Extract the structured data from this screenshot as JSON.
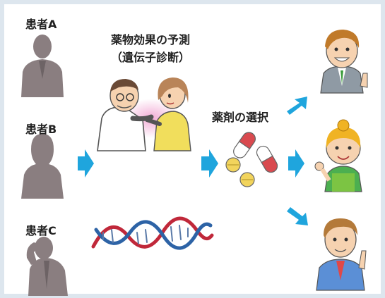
{
  "patients": [
    {
      "label": "患者A"
    },
    {
      "label": "患者B"
    },
    {
      "label": "患者C"
    }
  ],
  "prediction": {
    "line1": "薬物効果の予測",
    "line2": "（遺伝子診断）"
  },
  "drug_selection": {
    "label": "薬剤の選択"
  },
  "colors": {
    "silhouette": "#8a7e80",
    "arrow": "#1fa5dd",
    "background": "#dde6ee",
    "dna_red": "#c0283a",
    "dna_blue": "#2d63a6",
    "capsule_red": "#d94a4f",
    "tablet_yellow": "#f2d45c"
  },
  "icons": [
    "patient-silhouette",
    "doctor-patient-illustration",
    "dna-helix",
    "capsule-pills",
    "happy-person"
  ]
}
